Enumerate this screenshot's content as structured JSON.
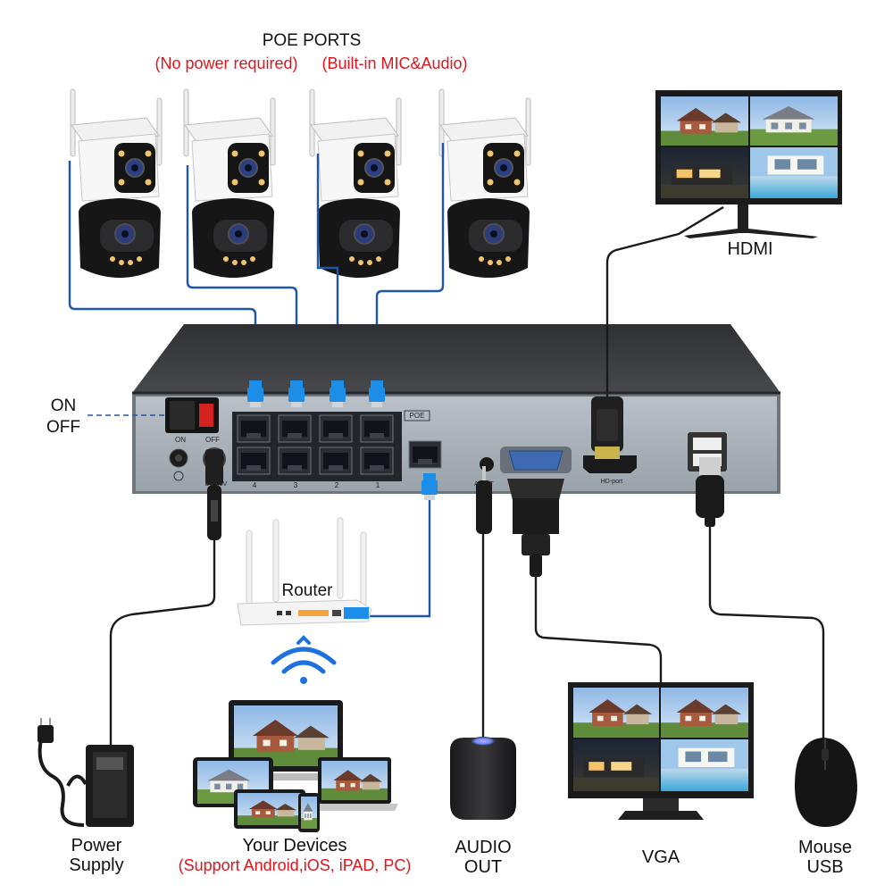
{
  "header": {
    "title": "POE PORTS",
    "subtitle_left": "(No power required)",
    "subtitle_right": "(Built-in MIC&Audio)"
  },
  "switch_labels": {
    "on": "ON",
    "off": "OFF"
  },
  "nvr": {
    "small_on": "ON",
    "small_off": "OFF",
    "poe_tag": "POE",
    "port_numbers": [
      "4",
      "3",
      "2",
      "1"
    ],
    "dc_label": "DC 48V",
    "audio_label": "A-OUT",
    "hdmi_port_label": "HD-port"
  },
  "peripherals": {
    "hdmi": "HDMI",
    "router": "Router",
    "power_line1": "Power",
    "power_line2": "Supply",
    "devices_title": "Your Devices",
    "devices_sub": "(Support Android,iOS, iPAD, PC)",
    "audio_line1": "AUDIO",
    "audio_line2": "OUT",
    "vga": "VGA",
    "mouse_line1": "Mouse",
    "mouse_line2": "USB"
  },
  "colors": {
    "cable_blue": "#1f56a8",
    "cable_black": "#1a1a1a",
    "rj45_blue": "#1d8ee8",
    "accent_red": "#e0141b",
    "nvr_body": "#3d3d40",
    "nvr_panel": "#a7aeb6"
  },
  "icons": [
    "camera-icon",
    "monitor-icon",
    "router-icon",
    "wifi-icon",
    "power-adapter-icon",
    "laptop-icon",
    "tablet-icon",
    "phone-icon",
    "smart-speaker-icon",
    "mouse-icon",
    "usb-plug-icon",
    "vga-plug-icon",
    "hdmi-plug-icon"
  ]
}
